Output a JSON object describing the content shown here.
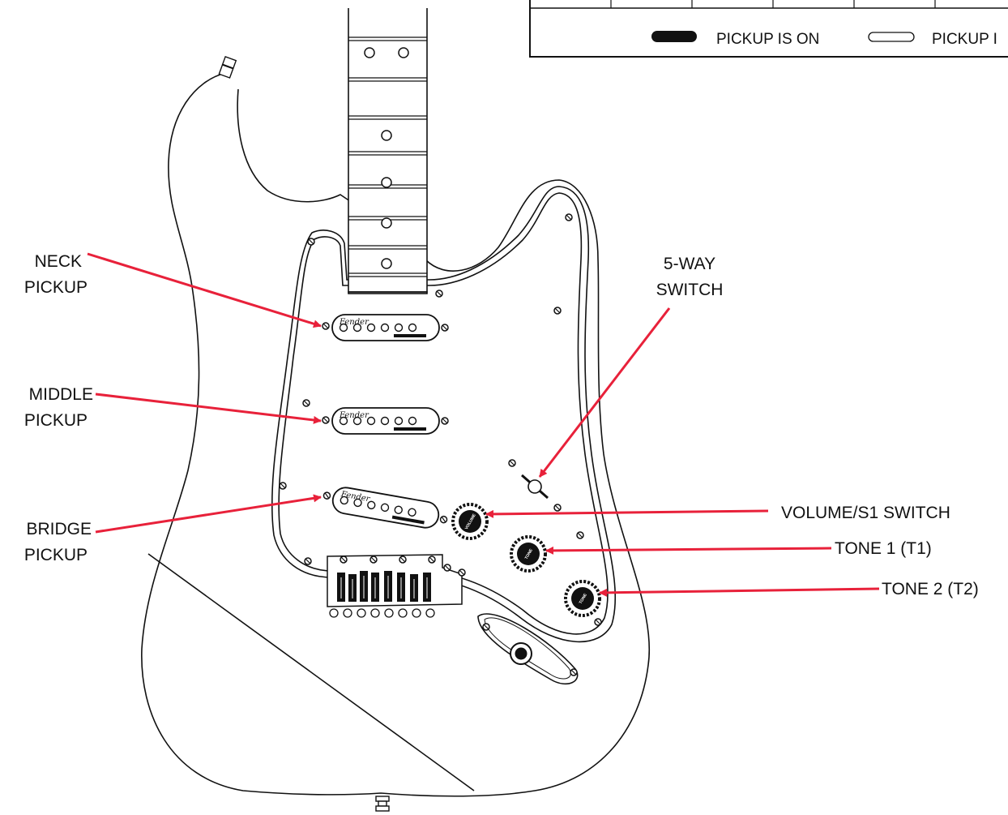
{
  "legend": {
    "on_label": "PICKUP IS ON",
    "off_label": "PICKUP I"
  },
  "labels": {
    "neck_pickup": [
      "NECK",
      "PICKUP"
    ],
    "middle_pickup": [
      "MIDDLE",
      "PICKUP"
    ],
    "bridge_pickup": [
      "BRIDGE",
      "PICKUP"
    ],
    "five_way_switch": [
      "5-WAY",
      "SWITCH"
    ],
    "volume": "VOLUME/S1 SWITCH",
    "tone1": "TONE 1 (T1)",
    "tone2": "TONE 2 (T2)"
  },
  "pickup_logo": "Fender",
  "knob_text": {
    "volume": "VOLUME",
    "tone": "TONE"
  },
  "colors": {
    "callout_arrow": "#E8213A",
    "line_art": "#111111",
    "background": "#FFFFFF"
  }
}
